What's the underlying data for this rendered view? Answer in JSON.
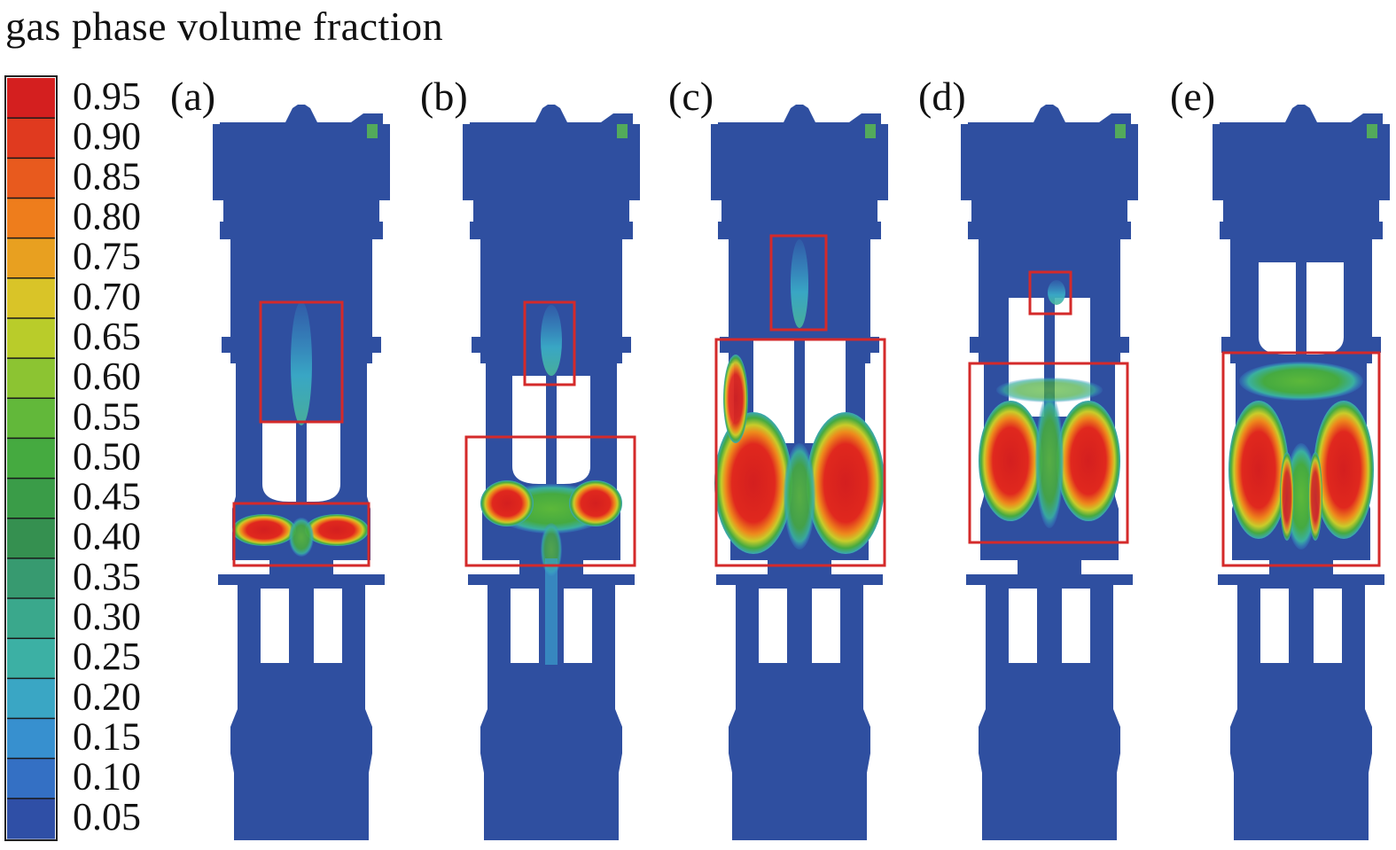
{
  "title": "gas phase volume fraction",
  "colorbar": {
    "ticks": [
      "0.95",
      "0.90",
      "0.85",
      "0.80",
      "0.75",
      "0.70",
      "0.65",
      "0.60",
      "0.55",
      "0.50",
      "0.45",
      "0.40",
      "0.35",
      "0.30",
      "0.25",
      "0.20",
      "0.15",
      "0.10",
      "0.05"
    ],
    "colors": [
      "#d41f1f",
      "#e03a1f",
      "#e85a1e",
      "#ee7d1c",
      "#e8a020",
      "#d9c428",
      "#b9cc2a",
      "#8cc432",
      "#62b83a",
      "#45aa40",
      "#3a9c48",
      "#359050",
      "#379a70",
      "#3aa88c",
      "#3cb0a4",
      "#3aa6c4",
      "#3790cf",
      "#3470c4",
      "#2f4fa6"
    ]
  },
  "fluid_color": "#2f4fa0",
  "highlight_color": "#d42a2a",
  "panels": [
    {
      "label": "(a)"
    },
    {
      "label": "(b)"
    },
    {
      "label": "(c)"
    },
    {
      "label": "(d)"
    },
    {
      "label": "(e)"
    }
  ]
}
